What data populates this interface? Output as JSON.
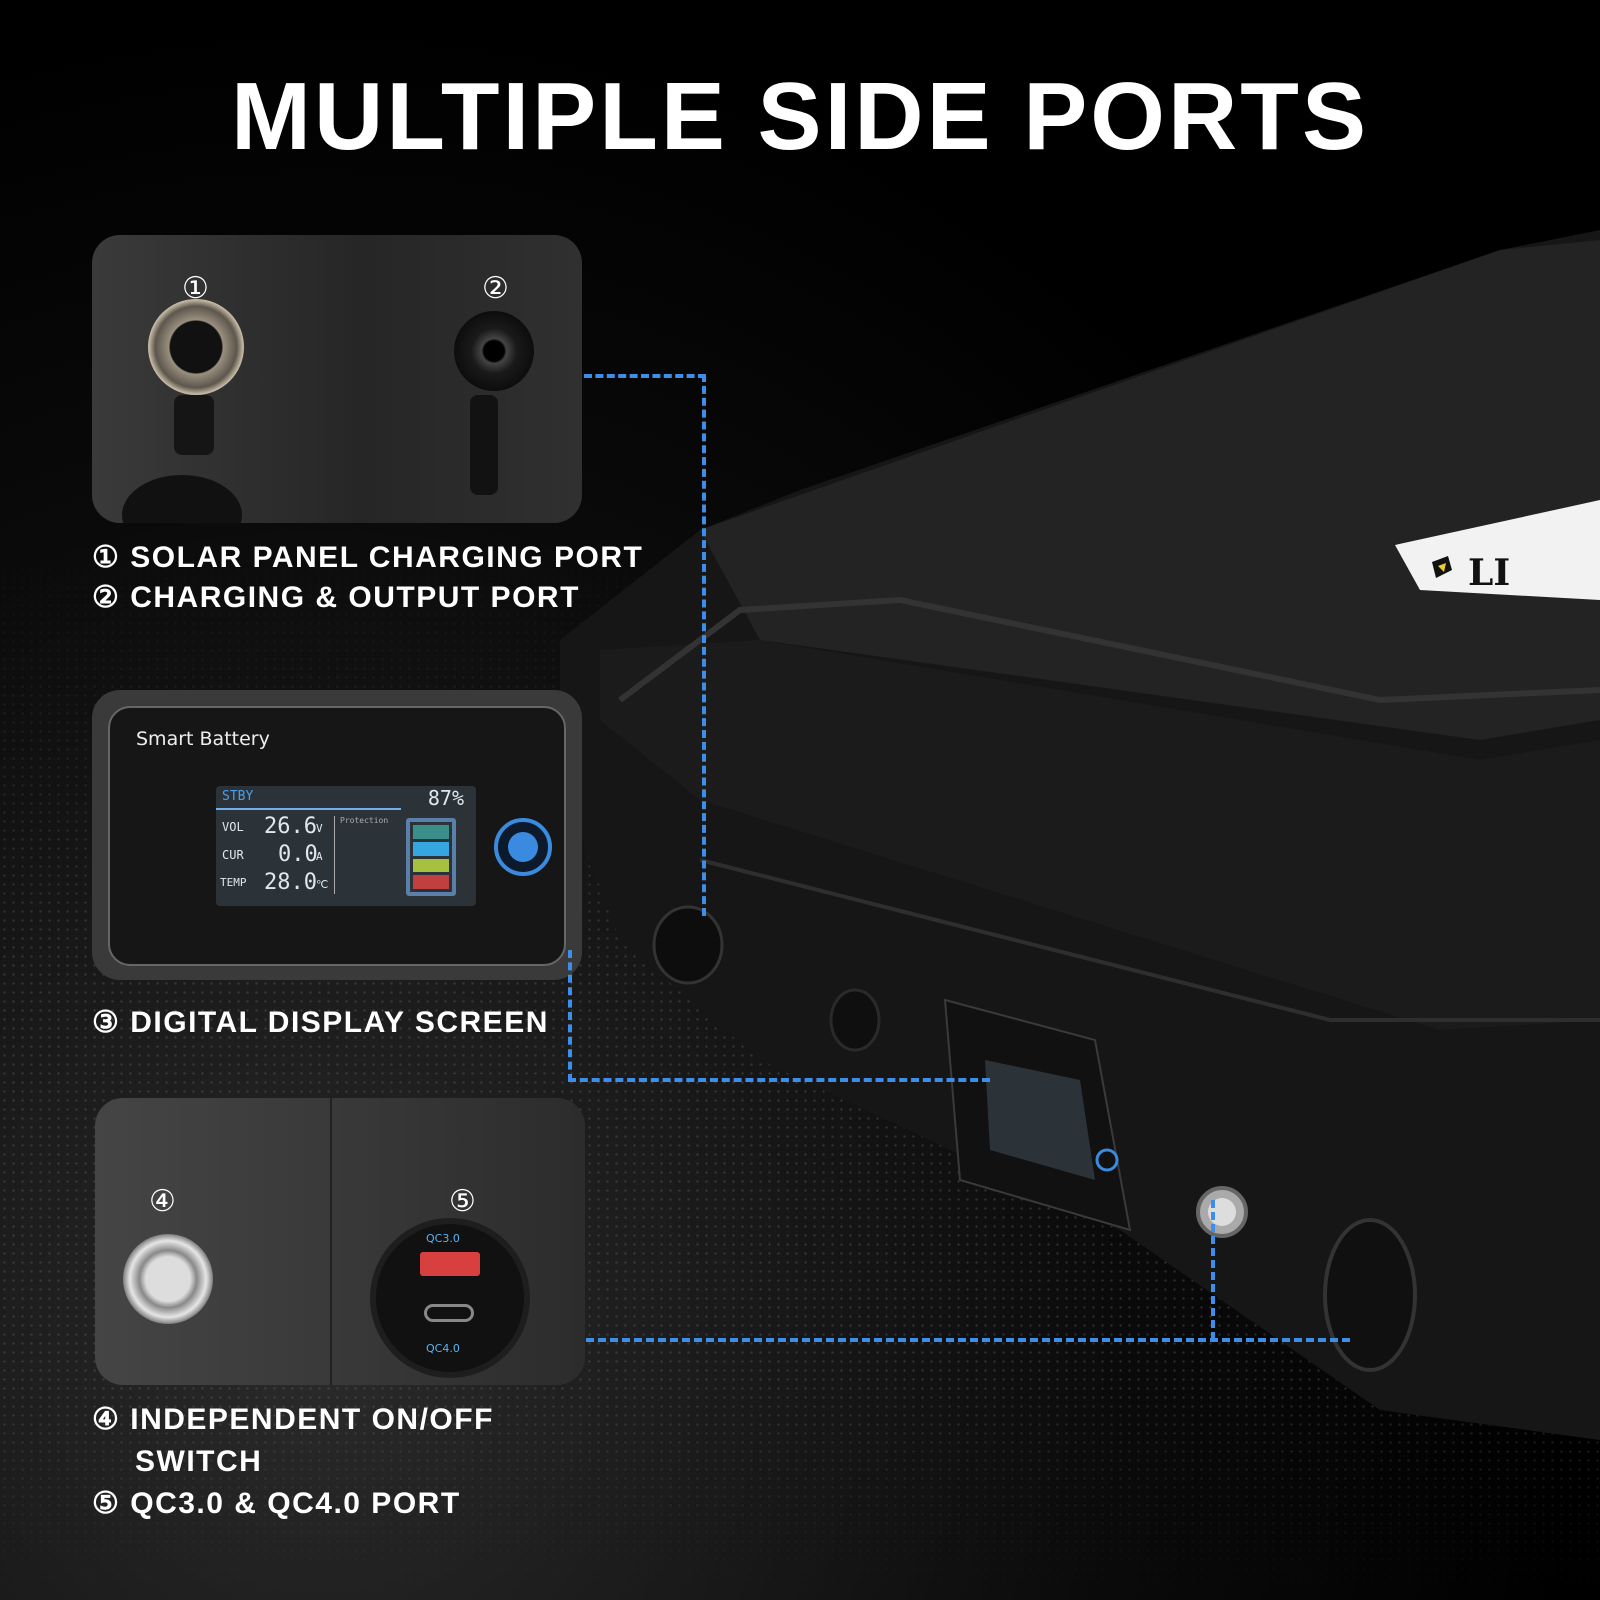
{
  "title": "MULTIPLE SIDE PORTS",
  "panels": {
    "p1": {
      "n1": "①",
      "n2": "②"
    },
    "display": {
      "brand": "Smart Battery",
      "status": "STBY",
      "percent": "87%",
      "vol_label": "VOL",
      "vol": "26.6",
      "vol_unit": "V",
      "cur_label": "CUR",
      "cur": "0.0",
      "cur_unit": "A",
      "temp_label": "TEMP",
      "temp": "28.0",
      "temp_unit": "℃",
      "protection": "Protection"
    },
    "p3": {
      "n4": "④",
      "n5": "⑤",
      "qc3": "QC3.0",
      "qc4": "QC4.0"
    }
  },
  "labels": [
    "① SOLAR PANEL CHARGING PORT",
    "② CHARGING & OUTPUT PORT",
    "③ DIGITAL DISPLAY SCREEN",
    "④ INDEPENDENT ON/OFF",
    "SWITCH",
    "⑤ QC3.0 & QC4.0 PORT"
  ],
  "case_logo": "LI",
  "colors": {
    "accent": "#3d8ee8",
    "background": "#000000"
  }
}
